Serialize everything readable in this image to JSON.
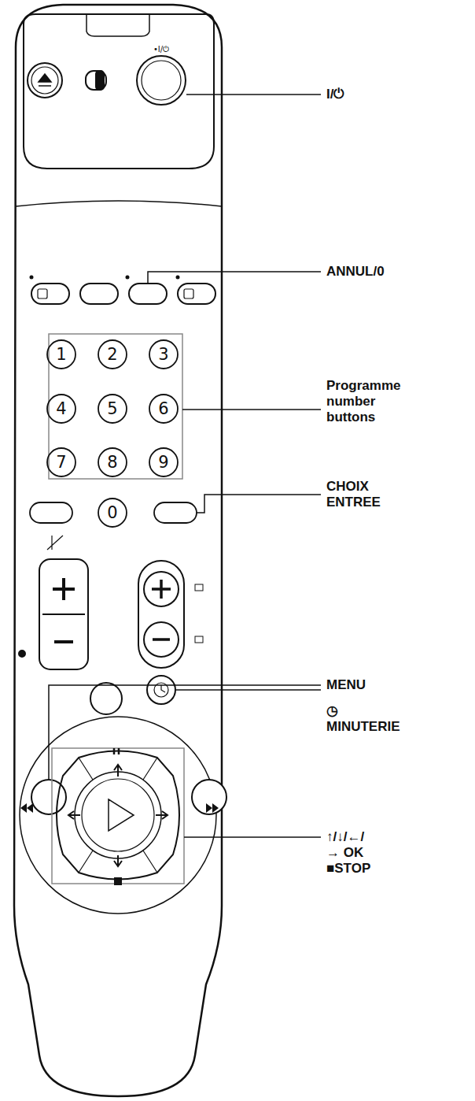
{
  "diagram": {
    "labels": [
      "•I/⏻",
      "1",
      "2",
      "3",
      "4",
      "5",
      "6",
      "7",
      "8",
      "9",
      "0",
      "I/⏻",
      "ANNUL/0",
      "Programme number buttons",
      "CHOIX ENTREE",
      "MENU",
      "◷ MINUTERIE",
      "↑/↓/←/→ OK ■STOP"
    ]
  }
}
